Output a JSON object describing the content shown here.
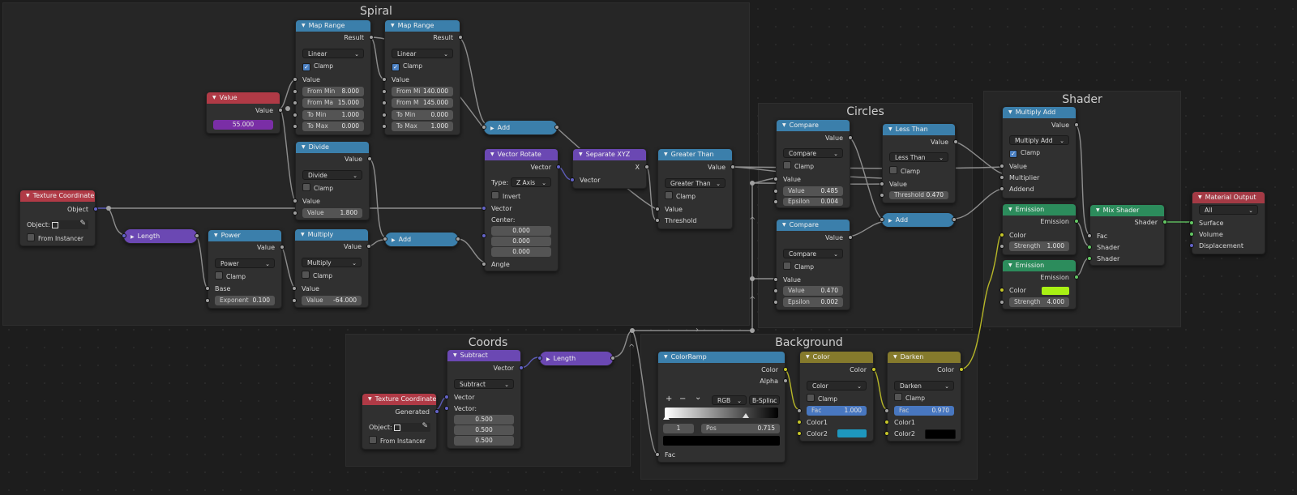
{
  "frames": {
    "spiral": "Spiral",
    "circles": "Circles",
    "shader": "Shader",
    "coords": "Coords",
    "background": "Background"
  },
  "texcoord1": {
    "title": "Texture Coordinate",
    "output": "Object",
    "object_label": "Object:",
    "from_instancer": "From Instancer"
  },
  "length1": {
    "title": "Length"
  },
  "value_node": {
    "title": "Value",
    "output": "Value",
    "value": "55.000",
    "color": "#7a2ea6"
  },
  "power": {
    "title": "Power",
    "output": "Value",
    "mode": "Power",
    "clamp": "Clamp",
    "base": "Base",
    "exponent_label": "Exponent",
    "exponent": "0.100"
  },
  "maprange1": {
    "title": "Map Range",
    "output": "Result",
    "mode": "Linear",
    "clamp": "Clamp",
    "value": "Value",
    "from_min_label": "From Min",
    "from_min": "8.000",
    "from_max_label": "From Ma",
    "from_max": "15.000",
    "to_min_label": "To Min",
    "to_min": "1.000",
    "to_max_label": "To Max",
    "to_max": "0.000"
  },
  "maprange2": {
    "title": "Map Range",
    "output": "Result",
    "mode": "Linear",
    "clamp": "Clamp",
    "value": "Value",
    "from_min_label": "From Mi",
    "from_min": "140.000",
    "from_max_label": "From M",
    "from_max": "145.000",
    "to_min_label": "To Min",
    "to_min": "0.000",
    "to_max_label": "To Max",
    "to_max": "1.000"
  },
  "divide": {
    "title": "Divide",
    "output": "Value",
    "mode": "Divide",
    "clamp": "Clamp",
    "value": "Value",
    "value2_label": "Value",
    "value2": "1.800"
  },
  "multiply": {
    "title": "Multiply",
    "output": "Value",
    "mode": "Multiply",
    "clamp": "Clamp",
    "value": "Value",
    "value2_label": "Value",
    "value2": "-64.000"
  },
  "add1": {
    "title": "Add"
  },
  "add2": {
    "title": "Add"
  },
  "vector_rotate": {
    "title": "Vector Rotate",
    "output": "Vector",
    "type_label": "Type:",
    "type": "Z Axis",
    "invert": "Invert",
    "vector": "Vector",
    "center": "Center:",
    "c1": "0.000",
    "c2": "0.000",
    "c3": "0.000",
    "angle": "Angle"
  },
  "separate": {
    "title": "Separate XYZ",
    "x": "X",
    "vector": "Vector"
  },
  "greater": {
    "title": "Greater Than",
    "output": "Value",
    "mode": "Greater Than",
    "clamp": "Clamp",
    "value": "Value",
    "threshold": "Threshold"
  },
  "compare1": {
    "title": "Compare",
    "output": "Value",
    "mode": "Compare",
    "clamp": "Clamp",
    "value": "Value",
    "value2_label": "Value",
    "value2": "0.485",
    "eps_label": "Epsilon",
    "eps": "0.004"
  },
  "compare2": {
    "title": "Compare",
    "output": "Value",
    "mode": "Compare",
    "clamp": "Clamp",
    "value": "Value",
    "value2_label": "Value",
    "value2": "0.470",
    "eps_label": "Epsilon",
    "eps": "0.002"
  },
  "lessthan": {
    "title": "Less Than",
    "output": "Value",
    "mode": "Less Than",
    "clamp": "Clamp",
    "value": "Value",
    "thr_label": "Threshold",
    "thr": "0.470"
  },
  "add3": {
    "title": "Add"
  },
  "multiplyadd": {
    "title": "Multiply Add",
    "output": "Value",
    "mode": "Multiply Add",
    "clamp": "Clamp",
    "value": "Value",
    "multiplier": "Multiplier",
    "addend": "Addend"
  },
  "emission1": {
    "title": "Emission",
    "output": "Emission",
    "color": "Color",
    "strength_label": "Strength",
    "strength": "1.000"
  },
  "emission2": {
    "title": "Emission",
    "output": "Emission",
    "color": "Color",
    "strength_label": "Strength",
    "strength": "4.000",
    "swatch": "#a8f014"
  },
  "mixshader": {
    "title": "Mix Shader",
    "output": "Shader",
    "fac": "Fac",
    "shader1": "Shader",
    "shader2": "Shader"
  },
  "matout": {
    "title": "Material Output",
    "target": "All",
    "surface": "Surface",
    "volume": "Volume",
    "displacement": "Displacement"
  },
  "texcoord2": {
    "title": "Texture Coordinate",
    "output": "Generated",
    "object_label": "Object:",
    "from_instancer": "From Instancer"
  },
  "subtract": {
    "title": "Subtract",
    "output": "Vector",
    "mode": "Subtract",
    "vector": "Vector",
    "vector2": "Vector:",
    "v1": "0.500",
    "v2": "0.500",
    "v3": "0.500"
  },
  "length2": {
    "title": "Length"
  },
  "colorramp": {
    "title": "ColorRamp",
    "color": "Color",
    "alpha": "Alpha",
    "plus": "+",
    "minus": "−",
    "chev": "⌄",
    "mode": "RGB",
    "interp": "B-Splinc",
    "index": "1",
    "pos_label": "Pos",
    "pos": "0.715",
    "fac": "Fac"
  },
  "colornode": {
    "title": "Color",
    "output": "Color",
    "mode": "Color",
    "clamp": "Clamp",
    "fac_label": "Fac",
    "fac": "1.000",
    "color1": "Color1",
    "color2": "Color2",
    "swatch": "#1e97be"
  },
  "darken": {
    "title": "Darken",
    "output": "Color",
    "mode": "Darken",
    "clamp": "Clamp",
    "fac_label": "Fac",
    "fac": "0.970",
    "color1": "Color1",
    "color2": "Color2",
    "swatch": "#000000"
  }
}
